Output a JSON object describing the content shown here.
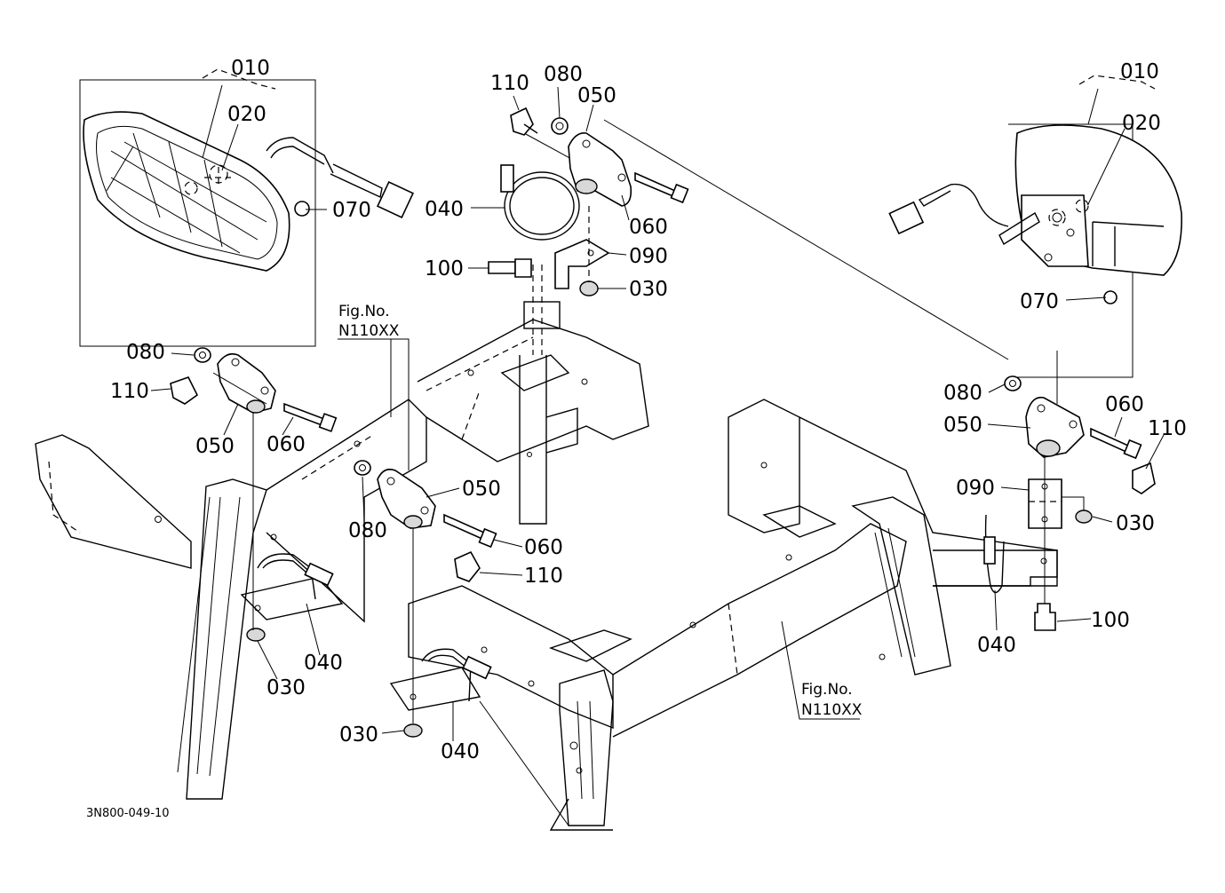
{
  "drawing_code": "3N800-049-10",
  "fig_refs": [
    {
      "line1": "Fig.No.",
      "line2": "N110XX"
    },
    {
      "line1": "Fig.No.",
      "line2": "N110XX"
    }
  ],
  "callouts": {
    "left_010": "010",
    "left_020": "020",
    "left_070": "070",
    "top_110": "110",
    "top_080": "080",
    "top_050": "050",
    "top_040": "040",
    "top_060": "060",
    "top_100": "100",
    "top_090": "090",
    "top_030": "030",
    "right_010": "010",
    "right_020": "020",
    "right_070": "070",
    "left_080": "080",
    "left_110": "110",
    "left_050": "050",
    "left_060": "060",
    "left_040": "040",
    "left_030": "030",
    "mid_080": "080",
    "mid_050": "050",
    "mid_060": "060",
    "mid_110": "110",
    "mid_040": "040",
    "mid_030": "030",
    "right_080": "080",
    "right_050": "050",
    "right_060": "060",
    "right_110": "110",
    "right_090": "090",
    "right_030": "030",
    "right_040": "040",
    "right_100": "100"
  }
}
